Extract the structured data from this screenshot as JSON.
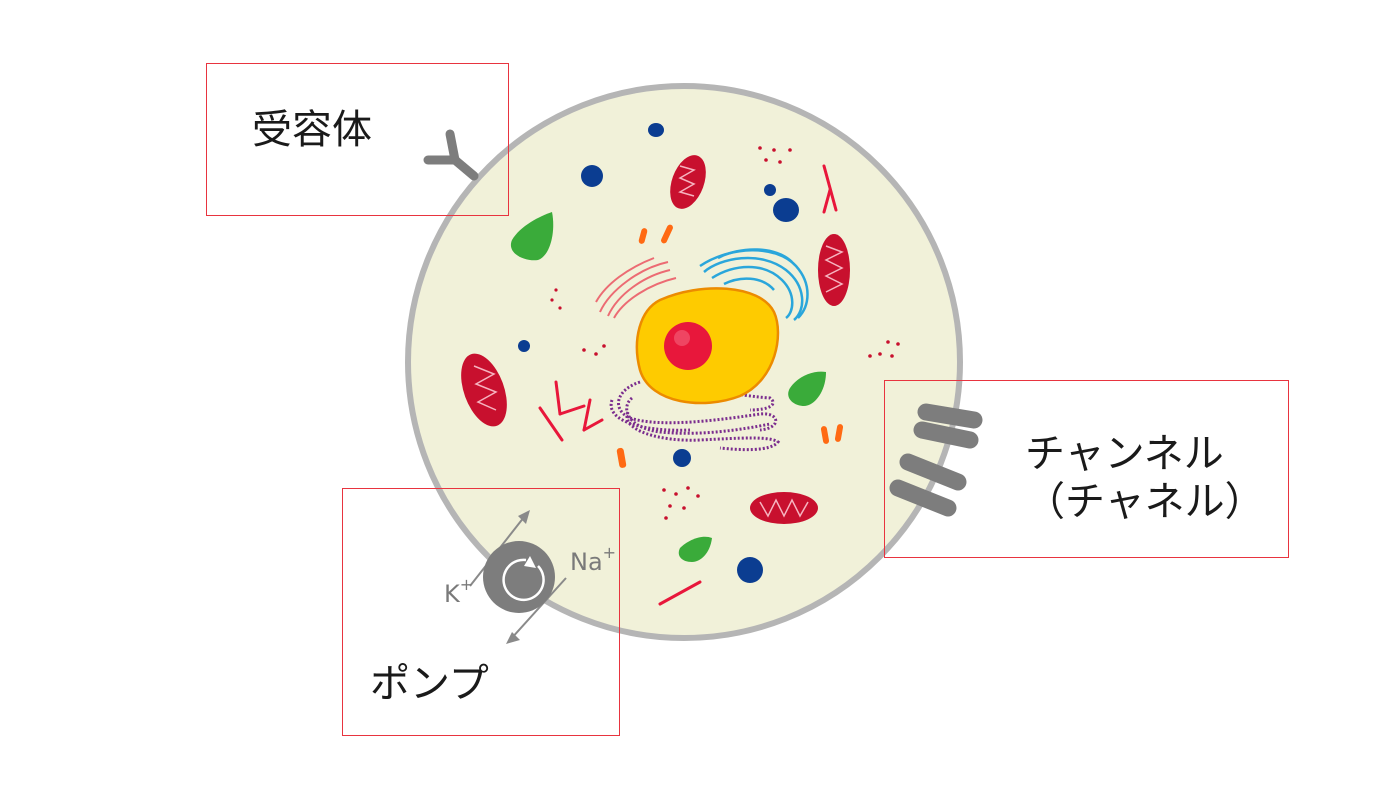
{
  "labels": {
    "receptor": "受容体",
    "pump": "ポンプ",
    "channel_line1": "チャンネル",
    "channel_line2": "（チャネル）"
  },
  "ions": {
    "potassium": "K",
    "potassium_charge": "+",
    "sodium": "Na",
    "sodium_charge": "+"
  },
  "colors": {
    "cytoplasm": "#f1f1d9",
    "membrane": "#b5b5b5",
    "nucleus": "#fecb00",
    "nucleolus": "#e8173b",
    "label_border": "#e8343f",
    "protein_gray": "#7d7d7d",
    "mitochondria": "#c8102e",
    "chloro_green": "#3aab3a",
    "vesicle_blue": "#0b3d91",
    "golgi_blue": "#2aa6db",
    "er_purple": "#7b2d8e"
  }
}
